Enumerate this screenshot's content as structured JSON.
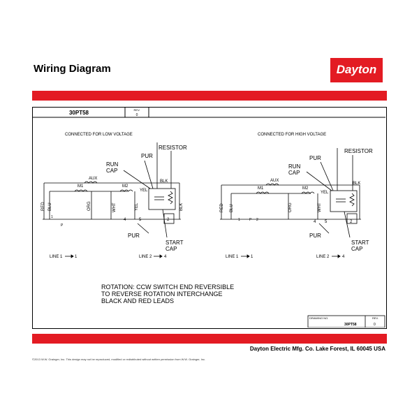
{
  "header": {
    "title": "Wiring Diagram",
    "logo_text": "Dayton",
    "brand_color": "#e31b23"
  },
  "title_block": {
    "model": "30PT58",
    "rev_label": "REV.",
    "rev_value": "0",
    "drawing_no_label": "DRAWING NO.",
    "drawing_no_value": "30PT58"
  },
  "low_voltage": {
    "heading": "CONNECTED FOR LOW VOLTAGE",
    "resistor": "RESISTOR",
    "pur_top": "PUR",
    "run_cap_1": "RUN",
    "run_cap_2": "CAP",
    "aux": "AUX",
    "blk_top": "BLK",
    "m1": "M1",
    "m2": "M2",
    "yel_top": "YEL",
    "red": "RED",
    "blu": "BLU",
    "org": "ORG",
    "wht": "WHT",
    "yel_side": "YEL",
    "blk_side": "BLK",
    "t1": "1",
    "tp": "P",
    "t4": "4",
    "t5": "5",
    "t2": "2",
    "pur_bottom": "PUR",
    "start_cap_1": "START",
    "start_cap_2": "CAP",
    "line1": "LINE 1",
    "line1_to": "1",
    "line2": "LINE 2",
    "line2_to": "4"
  },
  "high_voltage": {
    "heading": "CONNECTED FOR HIGH VOLTAGE",
    "resistor": "RESISTOR",
    "pur_top": "PUR",
    "run_cap_1": "RUN",
    "run_cap_2": "CAP",
    "aux": "AUX",
    "blk_top": "BLK",
    "m1": "M1",
    "m2": "M2",
    "yel_top": "YEL",
    "red": "RED",
    "blu": "BLU",
    "org": "ORG",
    "wht": "WHT",
    "t1": "1",
    "tp": "P",
    "t2a": "2",
    "t4": "4",
    "t5": "5",
    "t2": "2",
    "pur_bottom": "PUR",
    "start_cap_1": "START",
    "start_cap_2": "CAP",
    "line1": "LINE 1",
    "line1_to": "1",
    "line2": "LINE 2",
    "line2_to": "4"
  },
  "rotation_note": {
    "line1": "ROTATION:  CCW SWITCH END REVERSIBLE",
    "line2": "TO REVERSE ROTATION INTERCHANGE",
    "line3": "BLACK AND RED LEADS"
  },
  "footer": {
    "company": "Dayton Electric Mfg. Co.  Lake Forest, IL  60045  USA",
    "copyright": "©2013 W.W. Grainger, Inc.   This design may not be reproduced, modified or redistributed without written permission from W.W. Grainger, Inc."
  }
}
